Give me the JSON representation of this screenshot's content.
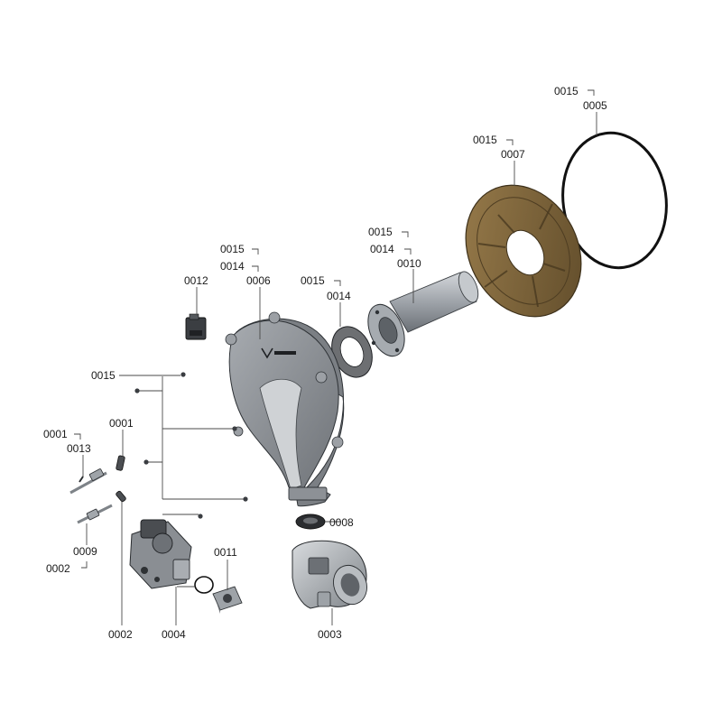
{
  "labels": {
    "l0015_a": "0015",
    "l0005": "0005",
    "l0015_b": "0015",
    "l0007": "0007",
    "l0015_c": "0015",
    "l0014_c": "0014",
    "l0010": "0010",
    "l0015_d": "0015",
    "l0014_d": "0014",
    "l0006": "0006",
    "l0014_e": "0014",
    "l0012": "0012",
    "l0015_f": "0015",
    "l0015_g": "0015",
    "l0001_a": "0001",
    "l0013": "0013",
    "l0001_b": "0001",
    "l0009": "0009",
    "l0002_a": "0002",
    "l0008": "0008",
    "l0011": "0011",
    "l0002_b": "0002",
    "l0004": "0004",
    "l0003": "0003"
  },
  "colors": {
    "gasket_brown": "#7a6138",
    "metal_grey": "#8f949a",
    "dark_grey": "#3e4246",
    "light_grey": "#c9ccd0"
  },
  "brand_mark_icon": "viessmann-logo-icon"
}
